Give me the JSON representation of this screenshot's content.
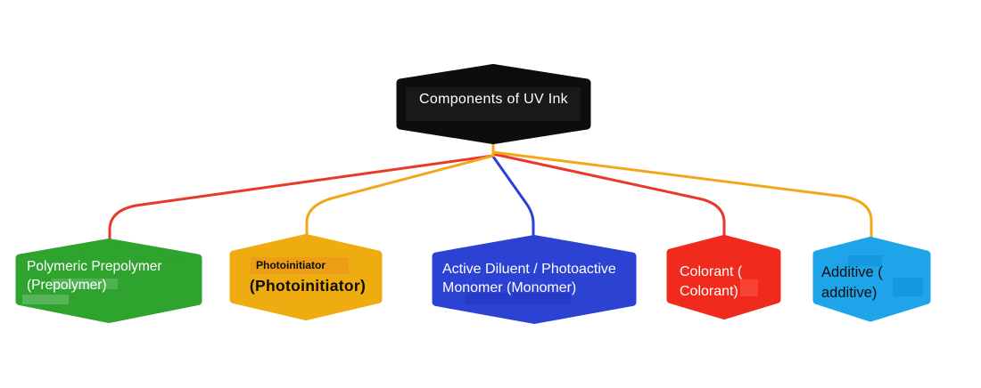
{
  "diagram": {
    "title": "Components of UV Ink",
    "root_node": {
      "label": "Components of UV Ink"
    },
    "nodes": [
      {
        "id": "prepolymer",
        "line1": "Polymeric Prepolymer",
        "line2": "(Prepolymer)"
      },
      {
        "id": "photoinitiator",
        "line1": "Photoinitiator",
        "line2": "(Photoinitiator)"
      },
      {
        "id": "monomer",
        "line1": "Active Diluent / Photoactive",
        "line2": "Monomer (Monomer)"
      },
      {
        "id": "colorant",
        "line1": "Colorant (",
        "line2": "Colorant)"
      },
      {
        "id": "additive",
        "line1": "Additive (",
        "line2": "additive)"
      }
    ],
    "colors": {
      "background": "#ffffff",
      "root_fill": "#0d0d0d",
      "root_text": "#ffffff",
      "green": "#2ea32e",
      "yellow": "#efac11",
      "blue": "#2b42d3",
      "red": "#f02b1d",
      "cyan": "#1ea5e9",
      "line_red": "#e83a2a",
      "line_yellow": "#f2a71b",
      "line_blue": "#2b3fd9"
    }
  }
}
